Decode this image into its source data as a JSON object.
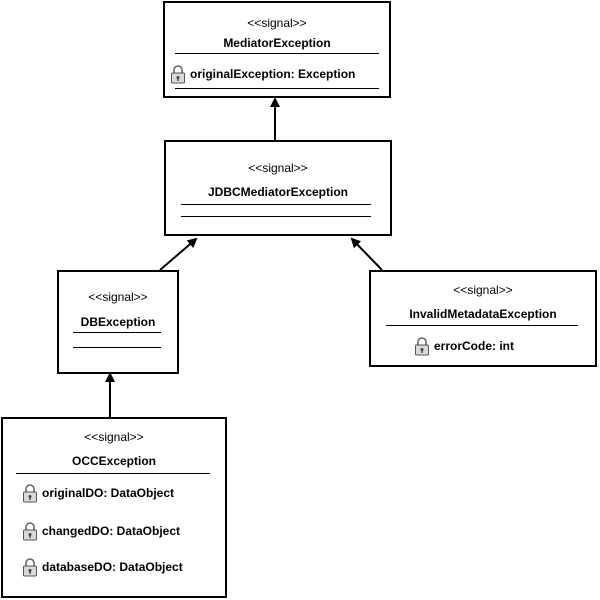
{
  "stereotype": "<<signal>>",
  "classes": {
    "mediator": {
      "name": "MediatorException",
      "attributes": [
        "originalException: Exception"
      ]
    },
    "jdbc": {
      "name": "JDBCMediatorException",
      "attributes": []
    },
    "db": {
      "name": "DBException",
      "attributes": []
    },
    "invalid": {
      "name": "InvalidMetadataException",
      "attributes": [
        "errorCode: int"
      ]
    },
    "occ": {
      "name": "OCCException",
      "attributes": [
        "originalDO: DataObject",
        "changedDO: DataObject",
        "databaseDO: DataObject"
      ]
    }
  },
  "colors": {
    "line": "#000000",
    "background": "#ffffff",
    "lock_icon": "#888888"
  }
}
